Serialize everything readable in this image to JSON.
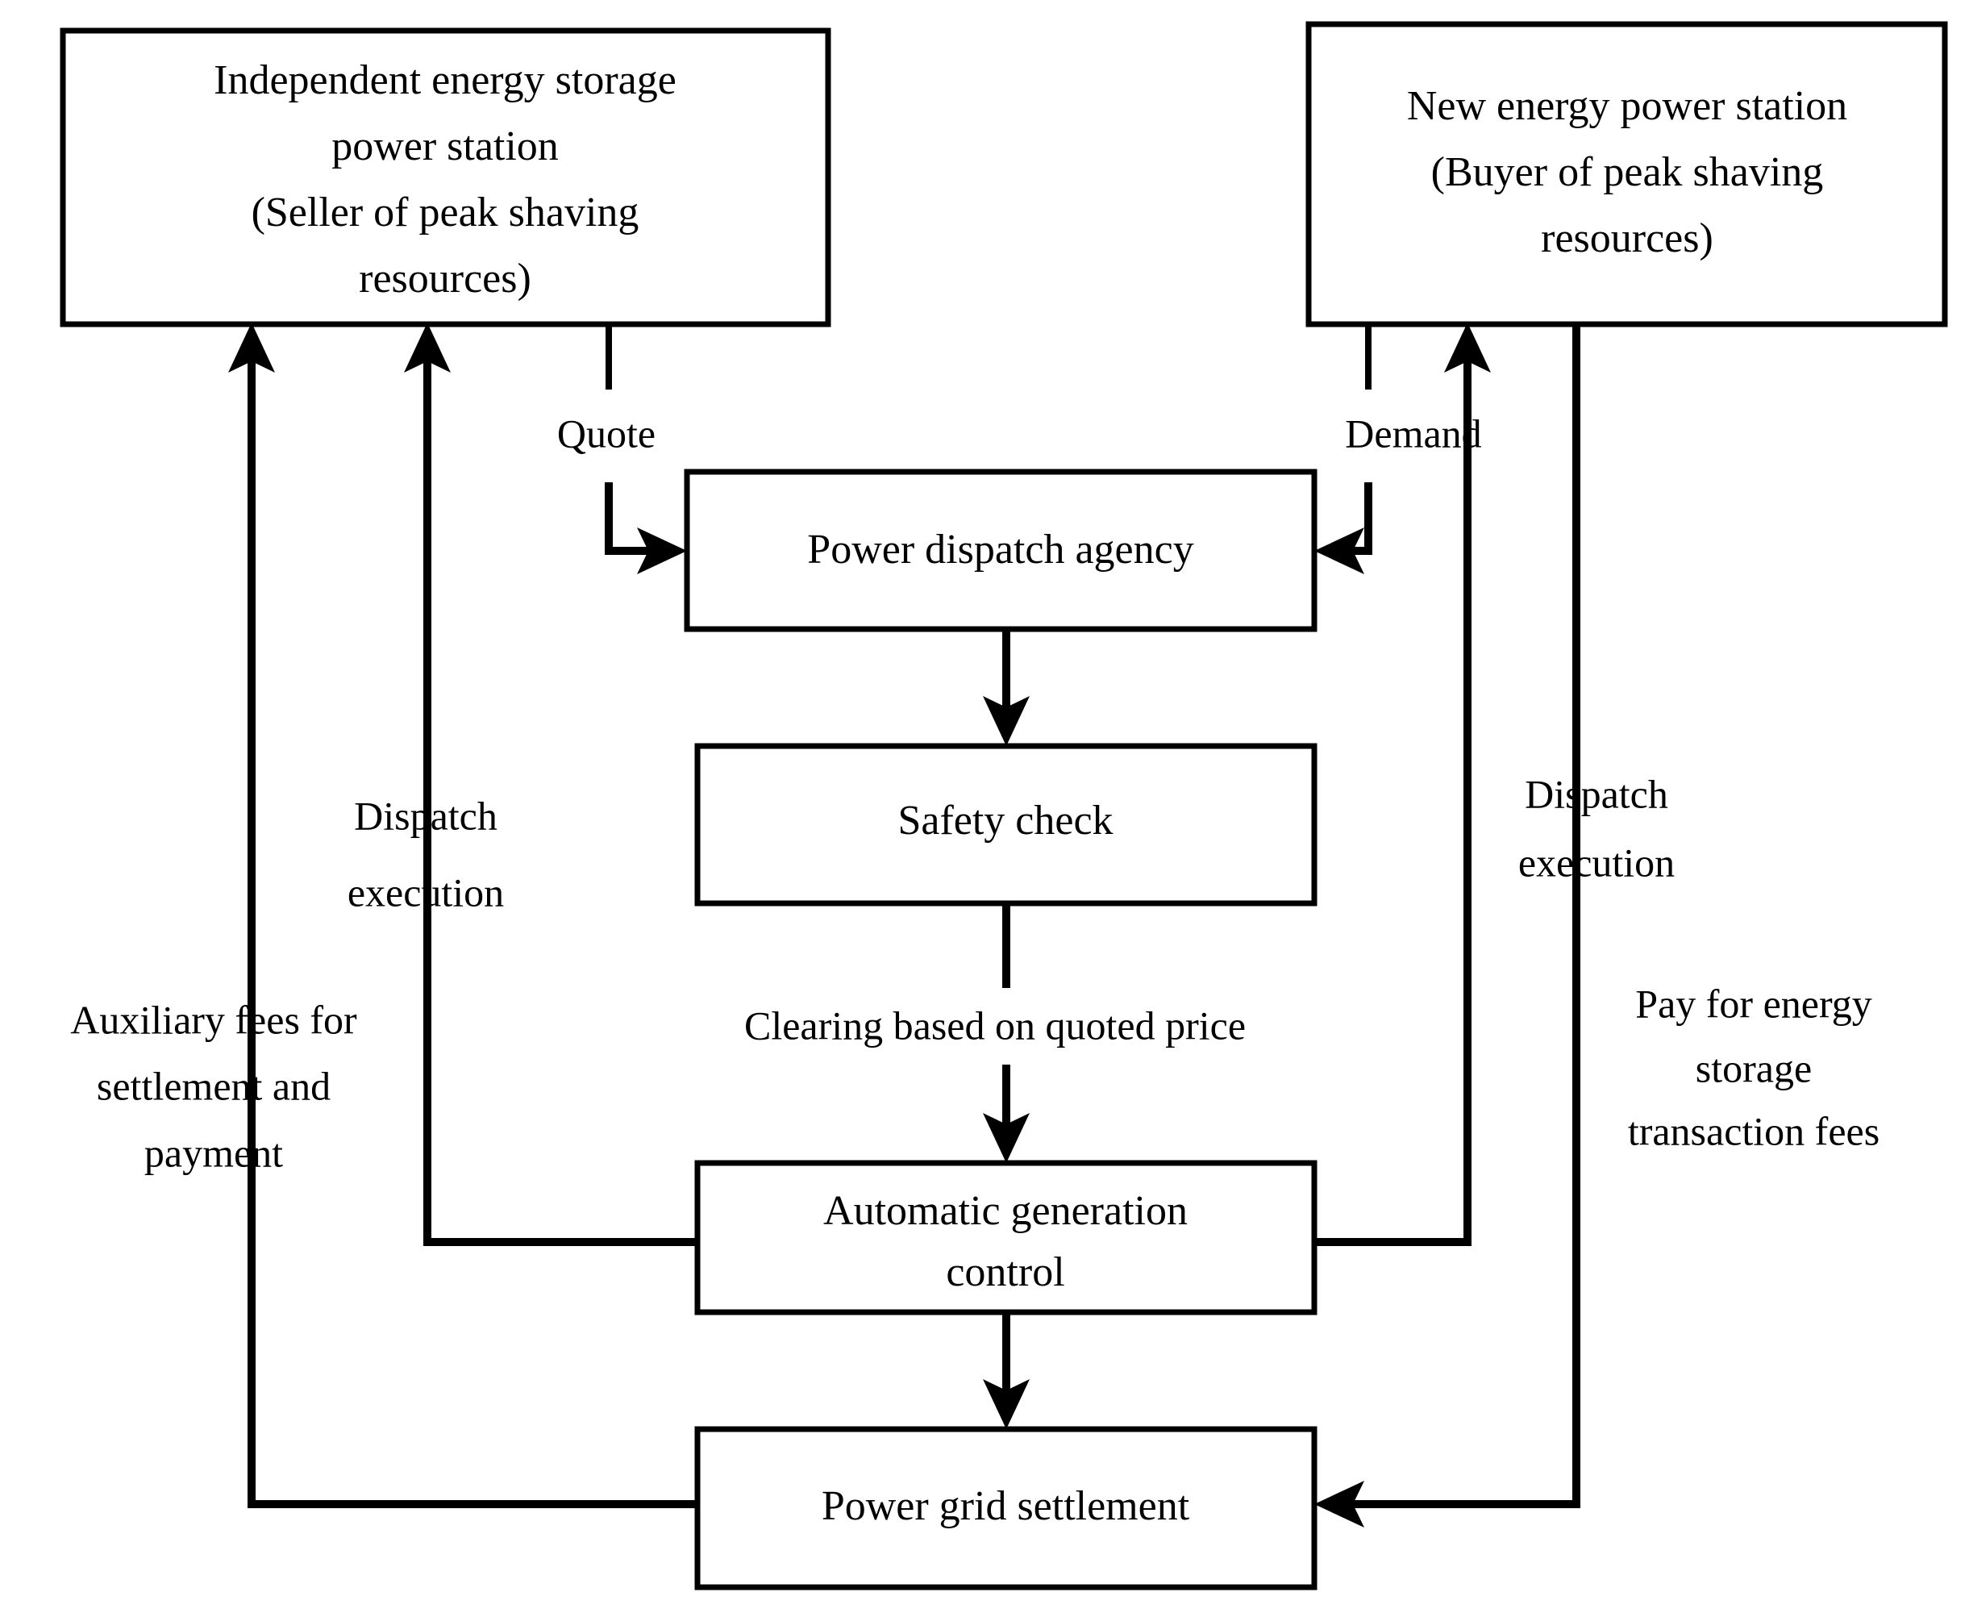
{
  "diagram": {
    "title": "Peak shaving resource trading and dispatch flow",
    "colors": {
      "stroke": "#000000",
      "fill": "#ffffff",
      "text": "#000000"
    },
    "nodes": {
      "independent_storage": {
        "id": "independent-energy-storage-power-station",
        "lines": [
          "Independent energy storage",
          "power station",
          "(Seller of peak shaving",
          "resources)"
        ]
      },
      "new_energy": {
        "id": "new-energy-power-station",
        "lines": [
          "New energy power station",
          "(Buyer of peak shaving",
          "resources)"
        ]
      },
      "dispatch_agency": {
        "id": "power-dispatch-agency",
        "lines": [
          "Power dispatch agency"
        ]
      },
      "safety_check": {
        "id": "safety-check",
        "lines": [
          "Safety check"
        ]
      },
      "agc": {
        "id": "automatic-generation-control",
        "lines": [
          "Automatic generation",
          "control"
        ]
      },
      "grid_settlement": {
        "id": "power-grid-settlement",
        "lines": [
          "Power grid settlement"
        ]
      }
    },
    "edge_labels": {
      "quote": {
        "lines": [
          "Quote"
        ]
      },
      "demand": {
        "lines": [
          "Demand"
        ]
      },
      "dispatch_execution_left": {
        "lines": [
          "Dispatch",
          "execution"
        ]
      },
      "dispatch_execution_right": {
        "lines": [
          "Dispatch",
          "execution"
        ]
      },
      "auxiliary_fees": {
        "lines": [
          "Auxiliary fees for",
          "settlement and",
          "payment"
        ]
      },
      "clearing": {
        "lines": [
          "Clearing based on quoted price"
        ]
      },
      "pay_for_storage": {
        "lines": [
          "Pay for energy",
          "storage",
          "transaction fees"
        ]
      }
    }
  }
}
